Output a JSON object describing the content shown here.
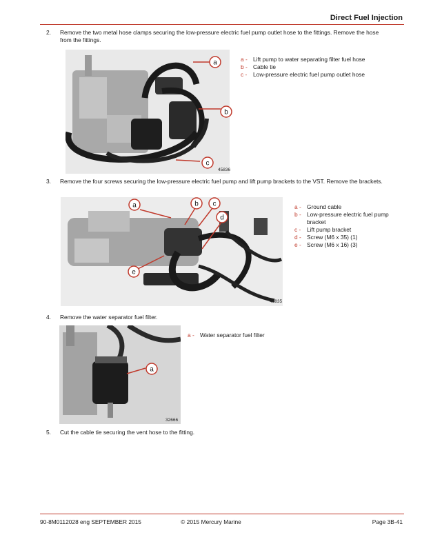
{
  "header": {
    "title": "Direct Fuel Injection"
  },
  "steps": [
    {
      "number": "2.",
      "text": "Remove the two metal hose clamps securing the low-pressure electric fuel pump outlet hose to the fittings. Remove the hose from the fittings."
    },
    {
      "number": "3.",
      "text": "Remove the four screws securing the low-pressure electric fuel pump and lift pump brackets to the VST. Remove the brackets."
    },
    {
      "number": "4.",
      "text": "Remove the water separator fuel filter."
    },
    {
      "number": "5.",
      "text": "Cut the cable tie securing the vent hose to the fitting."
    }
  ],
  "figures": [
    {
      "number": "45836",
      "callouts": [
        "a",
        "b",
        "c"
      ],
      "legend": [
        {
          "key": "a -",
          "text": "Lift pump to water separating filter fuel hose"
        },
        {
          "key": "b -",
          "text": "Cable tie"
        },
        {
          "key": "c -",
          "text": "Low-pressure electric fuel pump outlet hose"
        }
      ]
    },
    {
      "number": "45835",
      "callouts": [
        "a",
        "b",
        "c",
        "d",
        "e"
      ],
      "legend": [
        {
          "key": "a -",
          "text": "Ground cable"
        },
        {
          "key": "b -",
          "text": "Low-pressure electric fuel pump bracket"
        },
        {
          "key": "c -",
          "text": "Lift pump bracket"
        },
        {
          "key": "d -",
          "text": "Screw (M6 x 35) (1)"
        },
        {
          "key": "e -",
          "text": "Screw (M6 x 16) (3)"
        }
      ]
    },
    {
      "number": "32666",
      "callouts": [
        "a"
      ],
      "legend": [
        {
          "key": "a -",
          "text": "Water separator fuel filter"
        }
      ]
    }
  ],
  "footer": {
    "left": "90-8M0112028   eng   SEPTEMBER  2015",
    "center": "© 2015 Mercury Marine",
    "right": "Page 3B-41"
  },
  "colors": {
    "accent": "#c0392b",
    "text": "#1a1a1a"
  }
}
